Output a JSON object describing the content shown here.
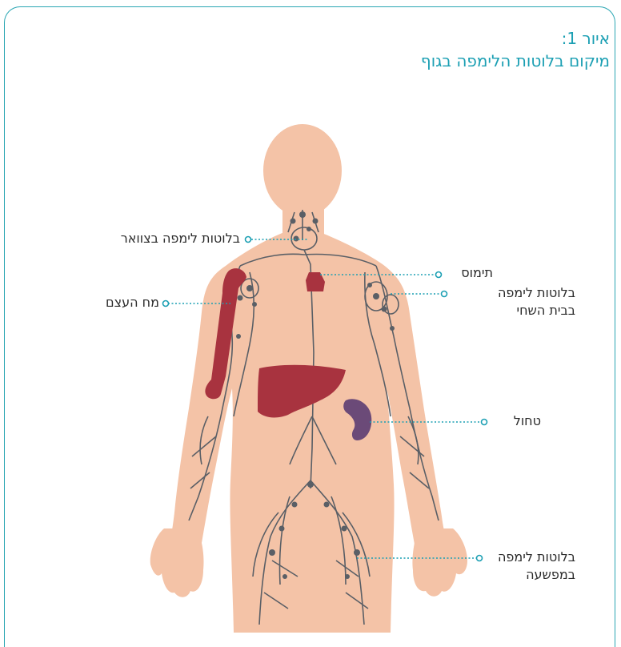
{
  "title": {
    "line1": "איור 1:",
    "line2": "מיקום בלוטות הלימפה בגוף"
  },
  "labels": {
    "neck_nodes": "בלוטות לימפה בצוואר",
    "thymus": "תימוס",
    "bone_marrow": "מח העצם",
    "armpit_nodes_1": "בלוטות לימפה",
    "armpit_nodes_2": "בבית השחי",
    "spleen": "טחול",
    "groin_nodes_1": "בלוטות לימפה",
    "groin_nodes_2": "במפשעה"
  },
  "colors": {
    "frame": "#2aa6b3",
    "title": "#1b9fb3",
    "skin": "#f4c3a7",
    "organ": "#a8333f",
    "spleen": "#6b4a78",
    "leader": "#1b9fb3",
    "lymph": "#5a5f66"
  }
}
